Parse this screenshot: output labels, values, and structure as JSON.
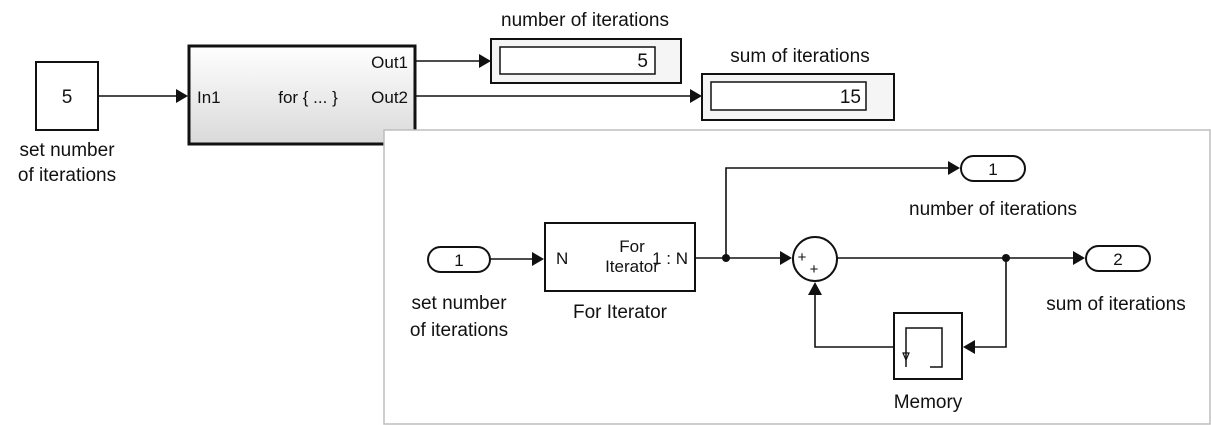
{
  "top_model": {
    "constant_block": {
      "value": "5",
      "label_line1": "set number",
      "label_line2": "of iterations"
    },
    "subsystem": {
      "in_port": "In1",
      "out_port_1": "Out1",
      "out_port_2": "Out2",
      "content": "for { ... }"
    },
    "display_iterations": {
      "value": "5",
      "label": "number of iterations"
    },
    "display_sum": {
      "value": "15",
      "label": "sum of iterations"
    }
  },
  "subsystem_view": {
    "inport": {
      "number": "1",
      "label_line1": "set number",
      "label_line2": "of iterations"
    },
    "for_iterator": {
      "in_port": "N",
      "title_line1": "For",
      "title_line2": "Iterator",
      "out_port": "1 : N",
      "label": "For Iterator"
    },
    "sum_block": {
      "sign1": "+",
      "sign2": "+"
    },
    "outport1": {
      "number": "1",
      "label": "number of iterations"
    },
    "outport2": {
      "number": "2",
      "label": "sum of iterations"
    },
    "memory": {
      "label": "Memory"
    }
  }
}
